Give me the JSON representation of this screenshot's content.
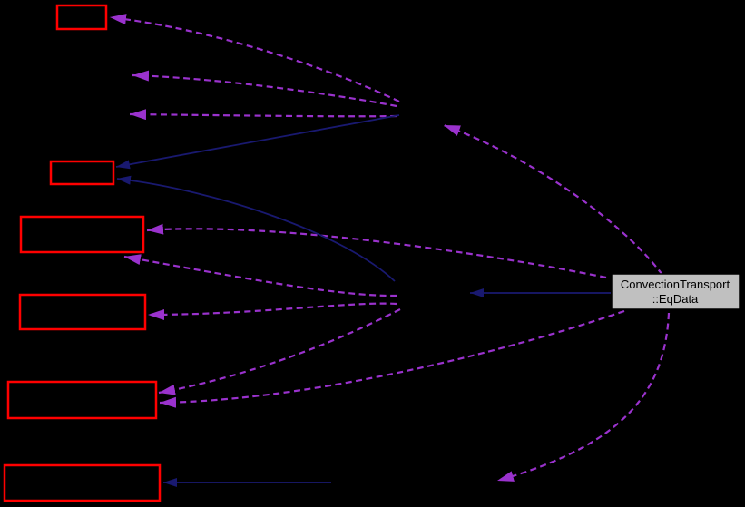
{
  "diagram": {
    "main_node": {
      "label_line1": "ConvectionTransport",
      "label_line2": "::EqData"
    },
    "truncated_node_count": 6,
    "edge_counts": {
      "dashed_usage_arrows": 10,
      "solid_inheritance_arrows": 4
    },
    "colors": {
      "background": "#000000",
      "truncated_node_border": "#ff0000",
      "main_node_fill": "#c0c0c0",
      "main_node_border": "#000000",
      "main_node_text": "#000000",
      "usage_edge": "#9a32cd",
      "inheritance_edge": "#191970"
    }
  }
}
